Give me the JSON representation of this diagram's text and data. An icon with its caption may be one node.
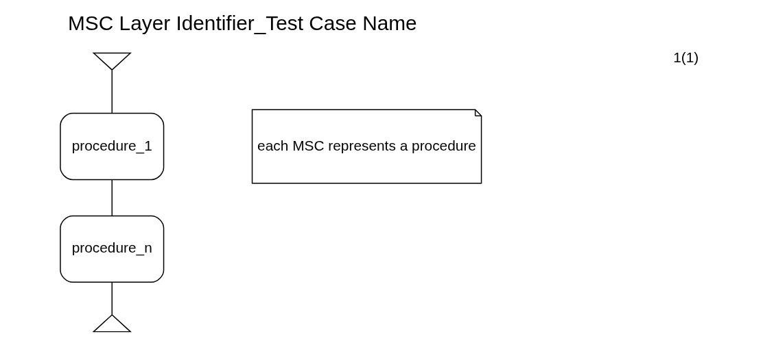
{
  "diagram": {
    "title": "MSC Layer Identifier_Test Case Name",
    "nodes": [
      {
        "text": [],
        "shape": "triangle"
      },
      {
        "text": [
          "procedure_1"
        ]
      },
      {
        "text": [
          "procedure_n"
        ]
      },
      {
        "text": [],
        "shape": "triangle"
      },
      {
        "text": [
          "each MSC represents a procedure"
        ]
      }
    ],
    "edges": [
      {
        "from": 0,
        "to": 1,
        "arrow": "none"
      },
      {
        "from": 1,
        "to": 2,
        "arrow": "none"
      },
      {
        "from": 2,
        "to": 3,
        "arrow": "none"
      }
    ],
    "labels": [
      "1(1)"
    ]
  }
}
